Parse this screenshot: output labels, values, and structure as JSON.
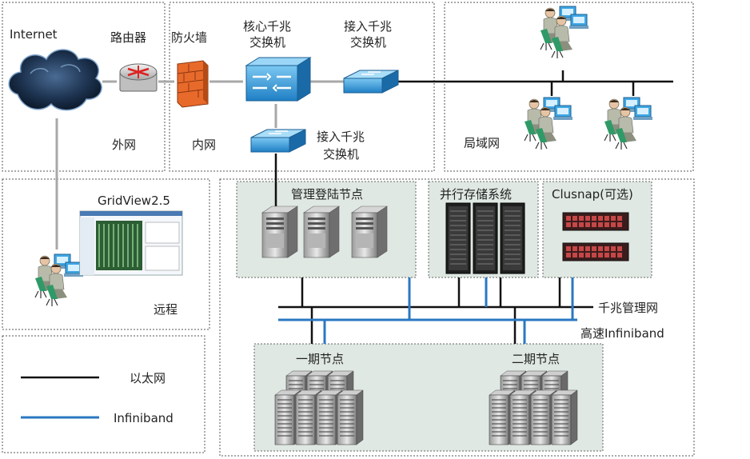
{
  "labels": {
    "internet": "Internet",
    "router": "路由器",
    "firewall": "防火墙",
    "core_switch": [
      "核心千兆",
      "交换机"
    ],
    "access_switch_top": [
      "接入千兆",
      "交换机"
    ],
    "access_switch_mid": [
      "接入千兆",
      "交换机"
    ],
    "wan": "外网",
    "lan_inner": "内网",
    "lan": "局域网",
    "gridview": "GridView2.5",
    "remote": "远程",
    "login_nodes": "管理登陆节点",
    "storage": "并行存储系统",
    "clusnap": "Clusnap(可选)",
    "gigabit_net": "千兆管理网",
    "infiniband_net": "高速Infiniband",
    "phase1": "一期节点",
    "phase2": "二期节点"
  },
  "legend": {
    "ethernet": "以太网",
    "infiniband": "Infiniband"
  },
  "colors": {
    "ethernet": "#111111",
    "infiniband": "#2a78c2",
    "panel": "#dfe8e2",
    "switch": "#2f95d8"
  },
  "icons": {
    "cloud": "cloud-icon",
    "router": "router-icon",
    "firewall": "firewall-icon",
    "switch": "switch-icon",
    "user": "user-workstation-icon",
    "server": "server-tower-icon",
    "rack": "rack-icon",
    "screenshot": "gridview-screenshot-icon"
  }
}
